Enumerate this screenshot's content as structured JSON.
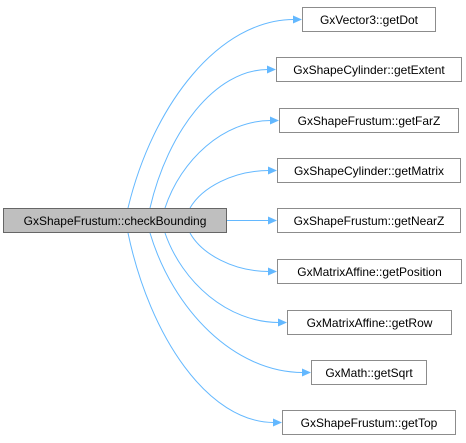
{
  "root": {
    "label": "GxShapeFrustum::checkBounding"
  },
  "callees": [
    {
      "label": "GxVector3::getDot"
    },
    {
      "label": "GxShapeCylinder::getExtent"
    },
    {
      "label": "GxShapeFrustum::getFarZ"
    },
    {
      "label": "GxShapeCylinder::getMatrix"
    },
    {
      "label": "GxShapeFrustum::getNearZ"
    },
    {
      "label": "GxMatrixAffine::getPosition"
    },
    {
      "label": "GxMatrixAffine::getRow"
    },
    {
      "label": "GxMath::getSqrt"
    },
    {
      "label": "GxShapeFrustum::getTop"
    }
  ],
  "colors": {
    "edge": "#63b8ff",
    "root_fill": "#bfbfbf",
    "node_border": "#8c8c8c"
  }
}
